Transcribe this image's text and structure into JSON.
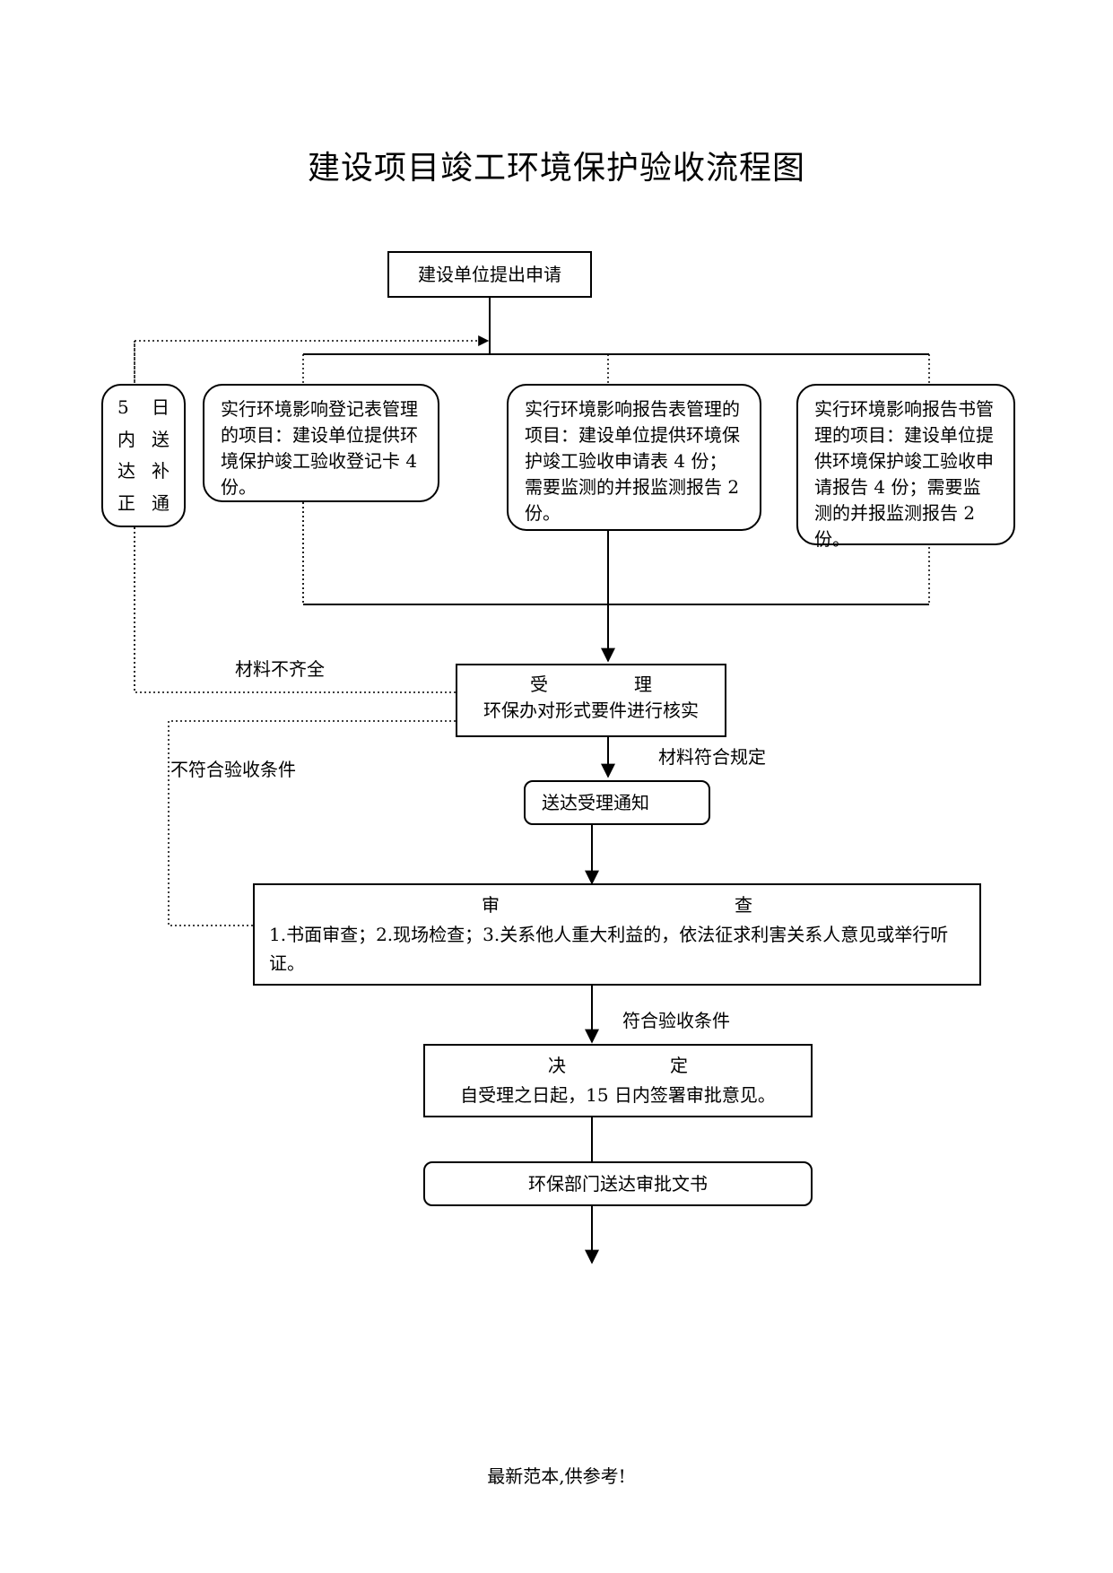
{
  "title": "建设项目竣工环境保护验收流程图",
  "nodes": {
    "apply": "建设单位提出申请",
    "notice": {
      "col1": [
        "5",
        "内",
        "达",
        "正"
      ],
      "col2": [
        "日",
        "送",
        "补",
        "通"
      ]
    },
    "table_item": "实行环境影响登记表管理的项目：建设单位提供环境保护竣工验收登记卡 4 份。",
    "report_table_item": "实行环境影响报告表管理的项目：建设单位提供环境保护竣工验收申请表 4 份；需要监测的并报监测报告 2 份。",
    "report_book_item": "实行环境影响报告书管理的项目：建设单位提供环境保护竣工验收申请报告 4 份；需要监测的并报监测报告 2 份。",
    "accept": {
      "h1": "受",
      "h2": "理",
      "text": "环保办对形式要件进行核实"
    },
    "accept_notice": "送达受理通知",
    "review": {
      "h1": "审",
      "h2": "查",
      "text": "1.书面审查；2.现场检查；3.关系他人重大利益的，依法征求利害关系人意见或举行听证。"
    },
    "decision": {
      "h1": "决",
      "h2": "定",
      "text": "自受理之日起，15 日内签署审批意见。"
    },
    "deliver": "环保部门送达审批文书"
  },
  "labels": {
    "incomplete": "材料不齐全",
    "compliant": "材料符合规定",
    "not_qualified": "不符合验收条件",
    "qualified": "符合验收条件"
  },
  "footer": "最新范本,供参考!"
}
